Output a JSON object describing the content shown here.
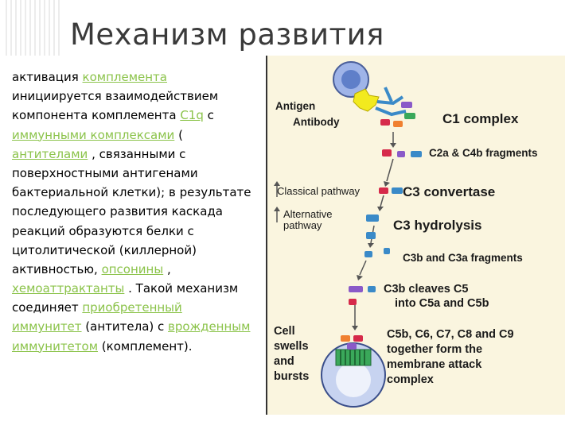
{
  "title": "Механизм развития",
  "body_lines": [
    [
      {
        "t": "активация "
      },
      {
        "t": "комплемента",
        "link": true
      }
    ],
    [
      {
        "t": "инициируется взаимодействием"
      }
    ],
    [
      {
        "t": "компонента комплемента "
      },
      {
        "t": "C1q",
        "link": true
      },
      {
        "t": " с"
      }
    ],
    [
      {
        "t": "иммунными комплексами",
        "link": true
      },
      {
        "t": " ("
      }
    ],
    [
      {
        "t": "антителами",
        "link": true
      },
      {
        "t": " , связанными с"
      }
    ],
    [
      {
        "t": "поверхностными антигенами"
      }
    ],
    [
      {
        "t": "бактериальной клетки); в результате"
      }
    ],
    [
      {
        "t": "последующего развития каскада"
      }
    ],
    [
      {
        "t": "реакций образуются белки с"
      }
    ],
    [
      {
        "t": "цитолитической (киллерной)"
      }
    ],
    [
      {
        "t": "активностью, "
      },
      {
        "t": "опсонины",
        "link": true
      },
      {
        "t": " ,"
      }
    ],
    [
      {
        "t": "хемоаттрактанты",
        "link": true
      },
      {
        "t": " . Такой механизм"
      }
    ],
    [
      {
        "t": "соединяет "
      },
      {
        "t": "приобретенный",
        "link": true
      }
    ],
    [
      {
        "t": "иммунитет",
        "link": true
      },
      {
        "t": " (антитела) с "
      },
      {
        "t": "врожденным",
        "link": true
      }
    ],
    [
      {
        "t": "иммунитетом",
        "link": true
      },
      {
        "t": " (комплемент)."
      }
    ]
  ],
  "figure": {
    "antigen": "Antigen",
    "antibody": "Antibody",
    "c1_complex": "C1 complex",
    "c2a_c4b": "C2a & C4b fragments",
    "classical": "Classical pathway",
    "c3_convertase": "C3 convertase",
    "alternative": [
      "Alternative",
      "pathway"
    ],
    "c3_hydrolysis": "C3 hydrolysis",
    "c3b_c3a": "C3b and C3a fragments",
    "c3b_cleaves": [
      "C3b cleaves C5",
      "into C5a and C5b"
    ],
    "cell_swells": [
      "Cell",
      "swells",
      "and",
      "bursts"
    ],
    "mac": [
      "C5b, C6, C7, C8 and  C9",
      "together form the",
      "membrane attack",
      "complex"
    ]
  },
  "colors": {
    "link": "#8bc34a",
    "figure_bg": "#faf5df",
    "cell_fill": "#9fb4e8",
    "antigen_yellow": "#f2ea1e",
    "fragment_blue": "#3a8ac8",
    "fragment_red": "#d62a4a",
    "fragment_purple": "#8a5ac8"
  }
}
